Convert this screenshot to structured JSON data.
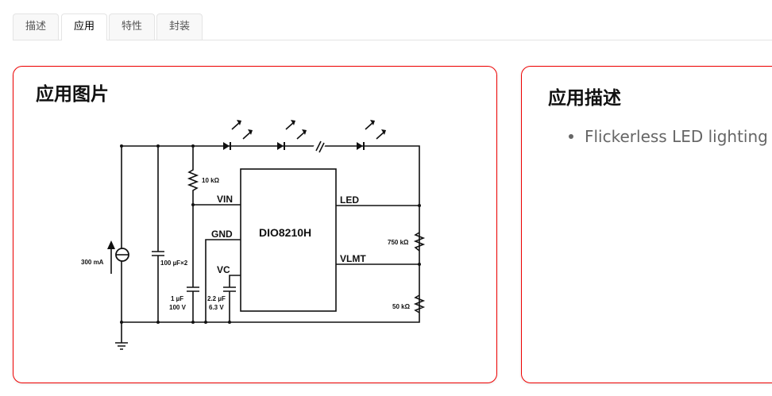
{
  "tabs": [
    {
      "label": "描述"
    },
    {
      "label": "应用"
    },
    {
      "label": "特性"
    },
    {
      "label": "封装"
    }
  ],
  "active_tab": "应用",
  "app_image": {
    "title": "应用图片",
    "schematic": {
      "chip": "DIO8210H",
      "pins": {
        "vin": "VIN",
        "gnd": "GND",
        "vc": "VC",
        "led": "LED",
        "vlmt": "VLMT"
      },
      "r1": "10 kΩ",
      "r2": "750 kΩ",
      "r3": "50 kΩ",
      "source": "300 mA",
      "c_bulk": "100 µF×2",
      "c_vin_1": "1 µF",
      "c_vin_2": "100 V",
      "c_vc_1": "2.2 µF",
      "c_vc_2": "6.3 V"
    }
  },
  "app_desc": {
    "title": "应用描述",
    "items": [
      "Flickerless LED lighting"
    ]
  },
  "colors": {
    "card_border": "#e00000"
  }
}
